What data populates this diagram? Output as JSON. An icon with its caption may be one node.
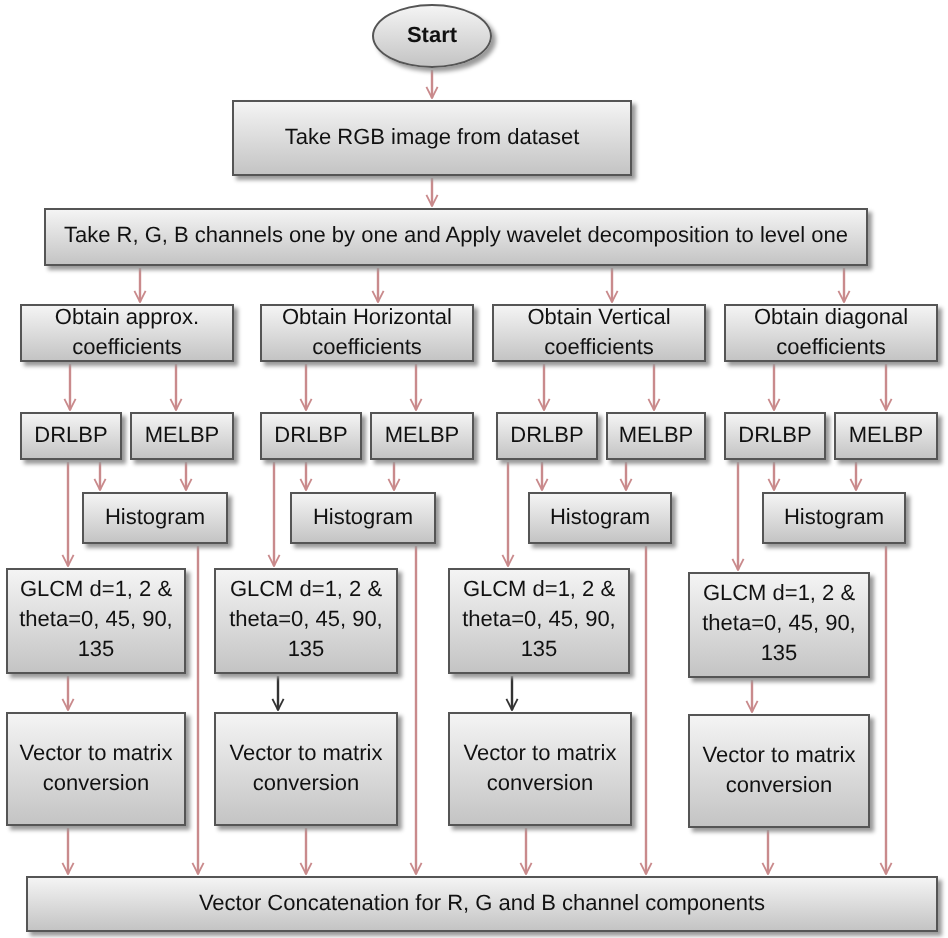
{
  "diagram": {
    "nodes": [
      {
        "text": [
          "Start"
        ]
      },
      {
        "text": [
          "Take RGB image from dataset"
        ]
      },
      {
        "text": [
          "Take R, G, B channels one by one and Apply wavelet decomposition to level one"
        ]
      },
      {
        "text": [
          "Obtain approx. coefficients"
        ]
      },
      {
        "text": [
          "Obtain Horizontal coefficients"
        ]
      },
      {
        "text": [
          "Obtain Vertical coefficients"
        ]
      },
      {
        "text": [
          "Obtain diagonal coefficients"
        ]
      },
      {
        "text": [
          "DRLBP"
        ]
      },
      {
        "text": [
          "MELBP"
        ]
      },
      {
        "text": [
          "DRLBP"
        ]
      },
      {
        "text": [
          "MELBP"
        ]
      },
      {
        "text": [
          "DRLBP"
        ]
      },
      {
        "text": [
          "MELBP"
        ]
      },
      {
        "text": [
          "DRLBP"
        ]
      },
      {
        "text": [
          "MELBP"
        ]
      },
      {
        "text": [
          "Histogram"
        ]
      },
      {
        "text": [
          "Histogram"
        ]
      },
      {
        "text": [
          "Histogram"
        ]
      },
      {
        "text": [
          "Histogram"
        ]
      },
      {
        "text": [
          "GLCM d=1, 2 & theta=0, 45, 90, 135"
        ]
      },
      {
        "text": [
          "GLCM d=1, 2 & theta=0, 45, 90, 135"
        ]
      },
      {
        "text": [
          "GLCM d=1, 2 & theta=0, 45, 90, 135"
        ]
      },
      {
        "text": [
          "GLCM d=1, 2 & theta=0, 45, 90, 135"
        ]
      },
      {
        "text": [
          "Vector to matrix conversion"
        ]
      },
      {
        "text": [
          "Vector to matrix conversion"
        ]
      },
      {
        "text": [
          "Vector to matrix conversion"
        ]
      },
      {
        "text": [
          "Vector to matrix conversion"
        ]
      },
      {
        "text": [
          "Vector Concatenation for R, G and B channel components"
        ]
      }
    ],
    "edges": [
      {
        "from": 0,
        "to": 1,
        "arrow": "to"
      },
      {
        "from": 1,
        "to": 2,
        "arrow": "to"
      },
      {
        "from": 2,
        "to": 3,
        "arrow": "to"
      },
      {
        "from": 2,
        "to": 4,
        "arrow": "to"
      },
      {
        "from": 2,
        "to": 5,
        "arrow": "to"
      },
      {
        "from": 2,
        "to": 6,
        "arrow": "to"
      },
      {
        "from": 3,
        "to": 7,
        "arrow": "to"
      },
      {
        "from": 3,
        "to": 8,
        "arrow": "to"
      },
      {
        "from": 4,
        "to": 9,
        "arrow": "to"
      },
      {
        "from": 4,
        "to": 10,
        "arrow": "to"
      },
      {
        "from": 5,
        "to": 11,
        "arrow": "to"
      },
      {
        "from": 5,
        "to": 12,
        "arrow": "to"
      },
      {
        "from": 6,
        "to": 13,
        "arrow": "to"
      },
      {
        "from": 6,
        "to": 14,
        "arrow": "to"
      },
      {
        "from": 7,
        "to": 15,
        "arrow": "to"
      },
      {
        "from": 8,
        "to": 15,
        "arrow": "to"
      },
      {
        "from": 9,
        "to": 16,
        "arrow": "to"
      },
      {
        "from": 10,
        "to": 16,
        "arrow": "to"
      },
      {
        "from": 11,
        "to": 17,
        "arrow": "to"
      },
      {
        "from": 12,
        "to": 17,
        "arrow": "to"
      },
      {
        "from": 13,
        "to": 18,
        "arrow": "to"
      },
      {
        "from": 14,
        "to": 18,
        "arrow": "to"
      },
      {
        "from": 7,
        "to": 19,
        "arrow": "to"
      },
      {
        "from": 9,
        "to": 20,
        "arrow": "to"
      },
      {
        "from": 11,
        "to": 21,
        "arrow": "to"
      },
      {
        "from": 13,
        "to": 22,
        "arrow": "to"
      },
      {
        "from": 19,
        "to": 23,
        "arrow": "to"
      },
      {
        "from": 20,
        "to": 24,
        "arrow": "to",
        "color": "#333333"
      },
      {
        "from": 21,
        "to": 25,
        "arrow": "to",
        "color": "#333333"
      },
      {
        "from": 22,
        "to": 26,
        "arrow": "to"
      },
      {
        "from": 23,
        "to": 27,
        "arrow": "to"
      },
      {
        "from": 24,
        "to": 27,
        "arrow": "to"
      },
      {
        "from": 25,
        "to": 27,
        "arrow": "to"
      },
      {
        "from": 26,
        "to": 27,
        "arrow": "to"
      },
      {
        "from": 15,
        "to": 27,
        "arrow": "to"
      },
      {
        "from": 16,
        "to": 27,
        "arrow": "to"
      },
      {
        "from": 17,
        "to": 27,
        "arrow": "to"
      },
      {
        "from": 18,
        "to": 27,
        "arrow": "to"
      }
    ]
  }
}
